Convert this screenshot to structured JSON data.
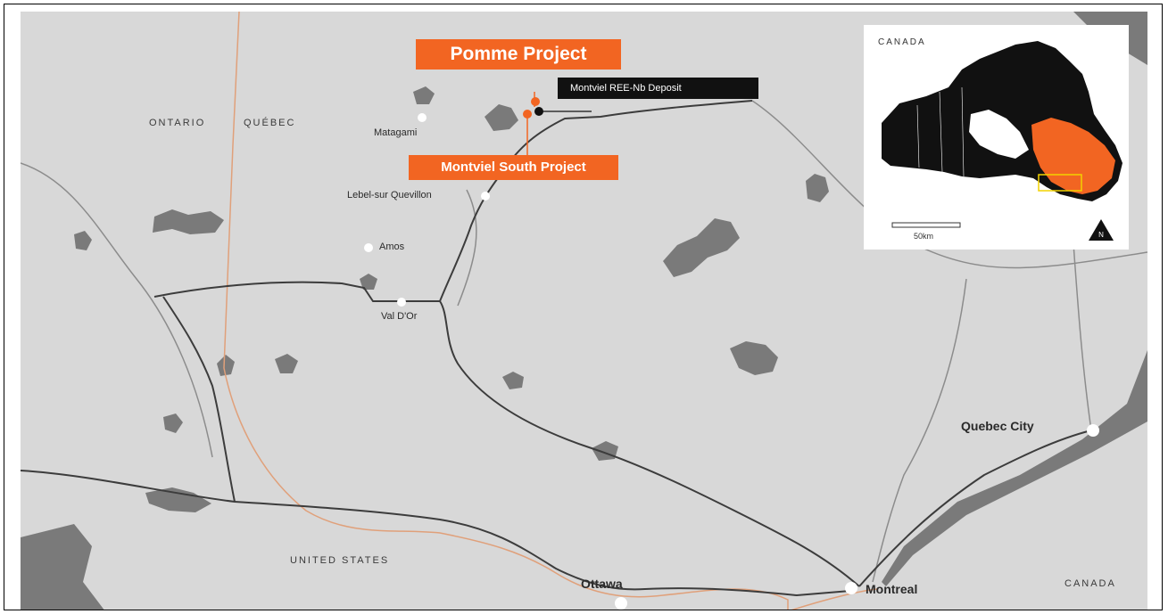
{
  "projects": {
    "pomme": "Pomme Project",
    "montviel_south": "Montviel South Project",
    "deposit": "Montviel REE-Nb Deposit"
  },
  "regions": {
    "ontario": "ONTARIO",
    "quebec": "QUÉBEC",
    "united_states": "UNITED STATES",
    "canada": "CANADA"
  },
  "towns": {
    "matagami": "Matagami",
    "lebel": "Lebel-sur Quevillon",
    "amos": "Amos",
    "val_dor": "Val D'Or"
  },
  "cities": {
    "ottawa": "Ottawa",
    "montreal": "Montreal",
    "quebec_city": "Quebec City"
  },
  "inset": {
    "title": "CANADA",
    "scale_label": "50km",
    "north_label": "N"
  },
  "colors": {
    "project_orange": "#f26522",
    "land": "#d8d8d8",
    "water": "#7a7a7a",
    "road": "#3c3c3c",
    "border": "#e0a07a"
  }
}
